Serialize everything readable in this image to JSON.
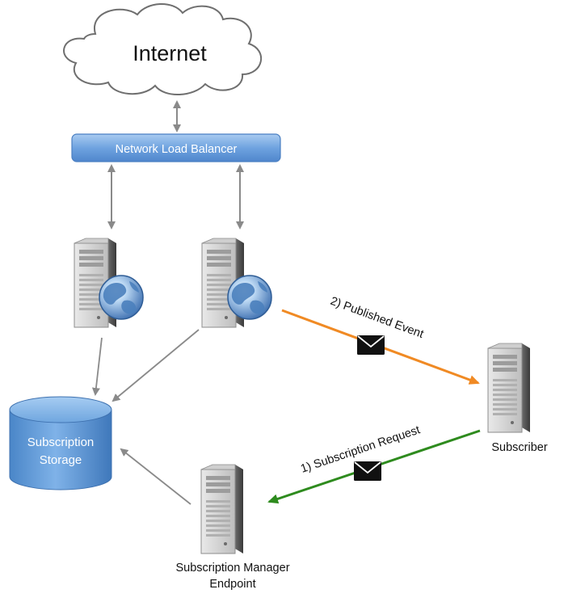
{
  "cloud": {
    "label": "Internet"
  },
  "load_balancer": {
    "label": "Network Load Balancer"
  },
  "storage": {
    "label_line1": "Subscription",
    "label_line2": "Storage"
  },
  "subscriber": {
    "label": "Subscriber"
  },
  "manager": {
    "label_line1": "Subscription Manager",
    "label_line2": "Endpoint"
  },
  "flows": {
    "published": {
      "label": "2) Published Event",
      "color": "#f08a24"
    },
    "subscription": {
      "label": "1) Subscription Request",
      "color": "#2e8b1e"
    }
  },
  "colors": {
    "lb_fill": "#6fa3e0",
    "storage_fill": "#5b9bd8",
    "connector": "#8a8a8a"
  }
}
